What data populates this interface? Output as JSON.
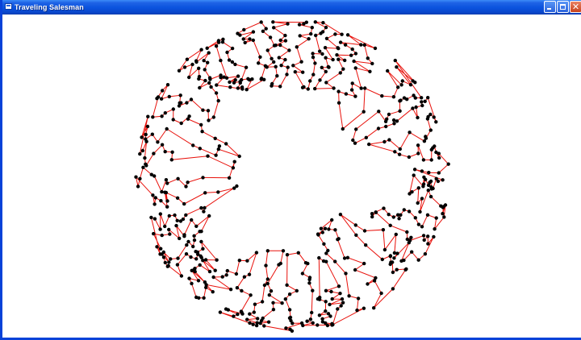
{
  "window": {
    "title": "Traveling Salesman",
    "buttons": {
      "minimize": "minimize",
      "maximize": "maximize",
      "close": "close"
    }
  },
  "colors": {
    "titlebar": "#0b53de",
    "frame": "#0842d8",
    "route": "#e8100a",
    "city": "#000000",
    "background": "#ffffff"
  },
  "icons": {
    "app": "app-window-icon",
    "minimize": "minimize-icon",
    "maximize": "maximize-icon",
    "close": "close-icon"
  }
}
